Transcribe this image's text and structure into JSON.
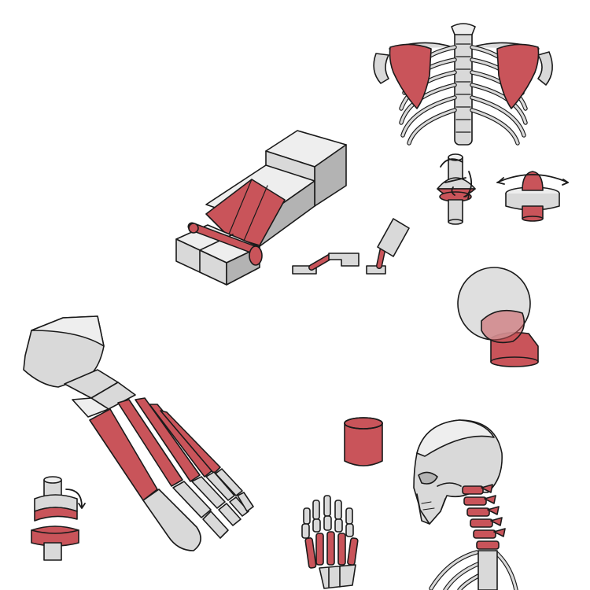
{
  "figures": [
    {
      "name": "rib-cage-with-scapulae",
      "kind": "thorax"
    },
    {
      "name": "box-foot-model",
      "kind": "blocky-foot"
    },
    {
      "name": "ball-and-socket-joint-rotation",
      "kind": "joint-icon"
    },
    {
      "name": "pivot-joint-rotation",
      "kind": "joint-icon"
    },
    {
      "name": "hinge-joint-straight",
      "kind": "joint-icon"
    },
    {
      "name": "hinge-joint-bent",
      "kind": "joint-icon"
    },
    {
      "name": "cranium-sphere-and-neck",
      "kind": "head-model"
    },
    {
      "name": "foot-skeleton",
      "kind": "foot-bones"
    },
    {
      "name": "saddle-joint",
      "kind": "joint-icon"
    },
    {
      "name": "neck-cylinder",
      "kind": "cylinder"
    },
    {
      "name": "hand-skeleton",
      "kind": "hand-bones"
    },
    {
      "name": "skull-and-cervical-spine",
      "kind": "skeleton"
    }
  ],
  "colors": {
    "bone": "#d9d9d9",
    "bone_shadow": "#b3b3b3",
    "bone_light": "#eeeeee",
    "muscle": "#c9545a",
    "muscle_dark": "#a84248",
    "outline": "#1a1a1a"
  }
}
